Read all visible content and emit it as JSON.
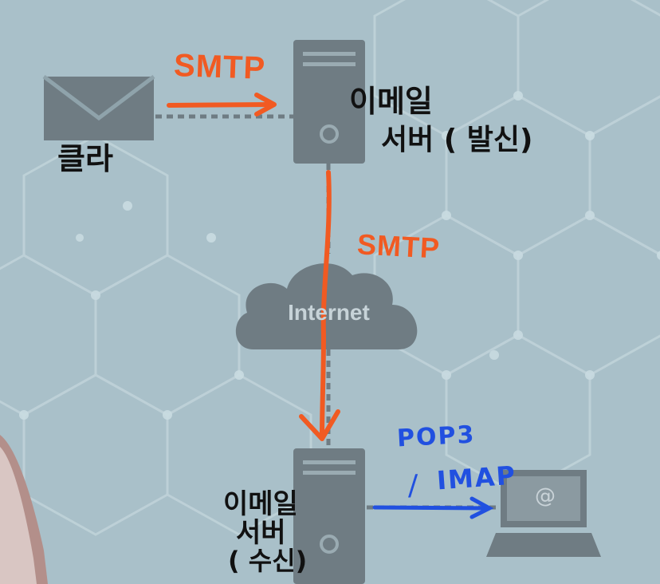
{
  "nodes": {
    "internet_label": "Internet",
    "client_label": "클라",
    "send_server_line1": "이메일",
    "send_server_line2": "서버 ( 발신)",
    "recv_server_line1": "이메일",
    "recv_server_line2": "서버",
    "recv_server_line3": "( 수신)",
    "laptop_screen_symbol": "@"
  },
  "annotations": {
    "smtp_top": "SMTP",
    "smtp_middle": "SMTP",
    "pop3": "POP3",
    "slash": "/",
    "imap": "IMAP"
  },
  "colors": {
    "background": "#a9c0c9",
    "device_gray": "#6f7c83",
    "smtp_orange": "#f15a22",
    "protocol_blue": "#2150e0",
    "handwriting": "#111111"
  }
}
